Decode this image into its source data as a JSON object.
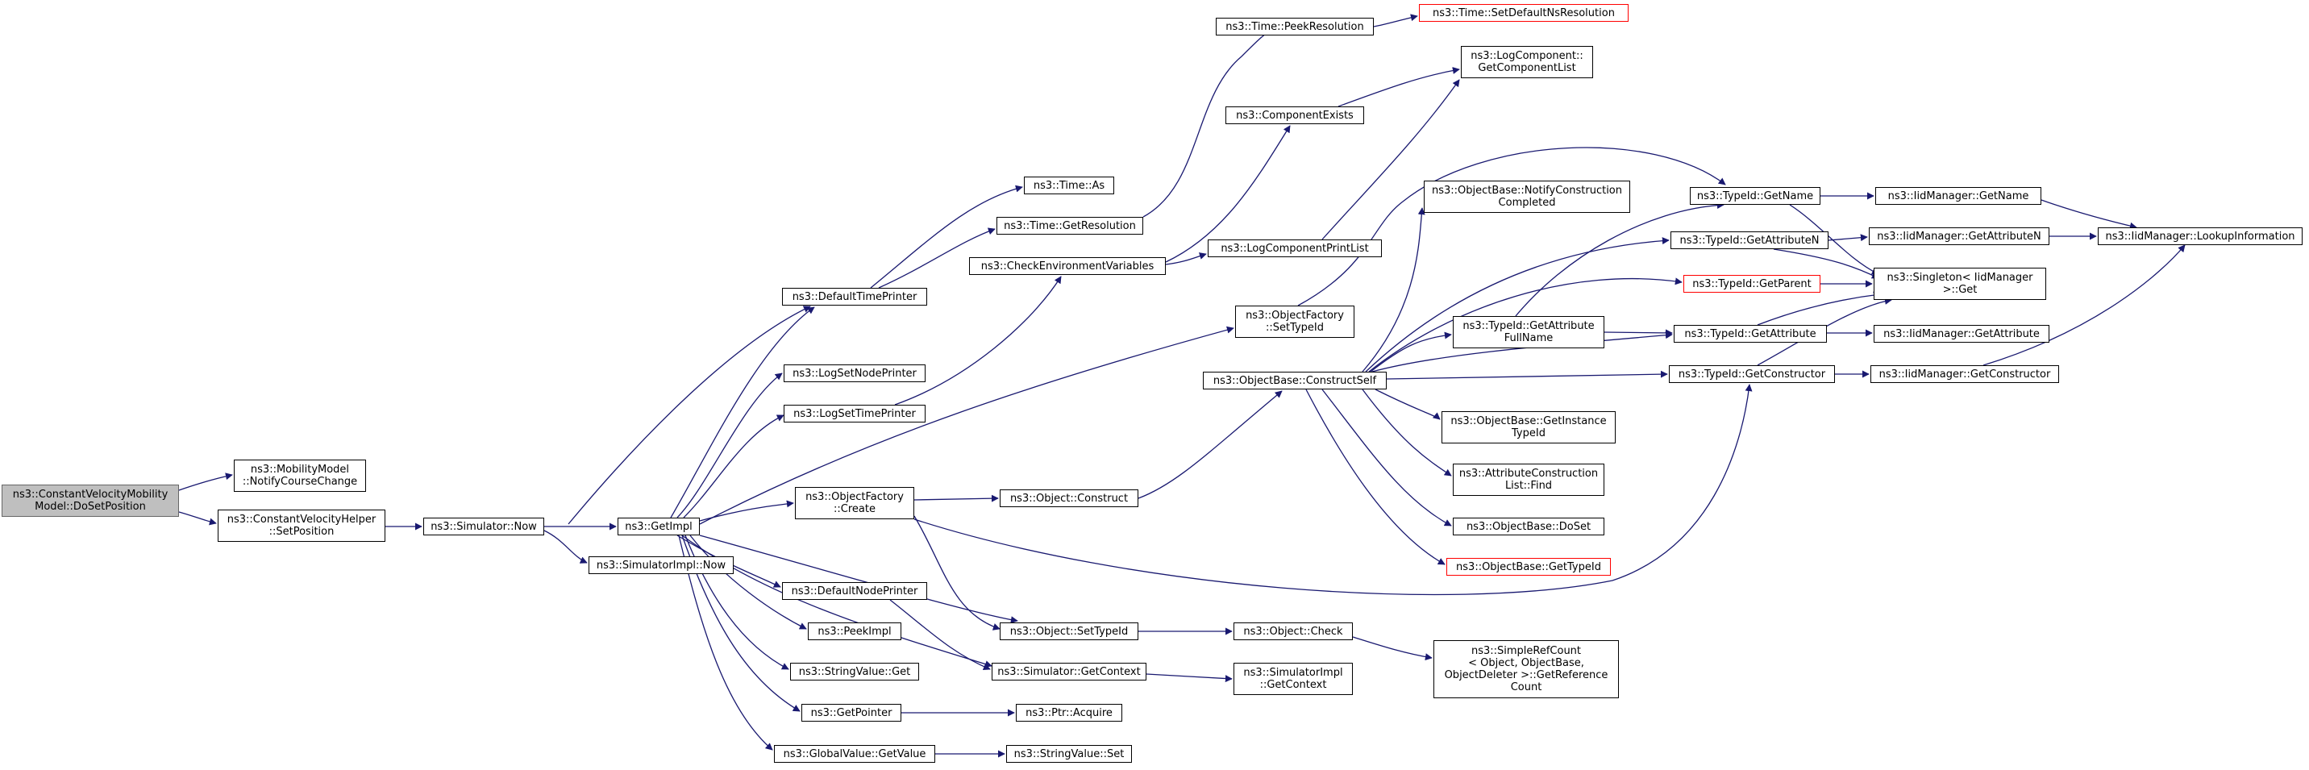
{
  "colors": {
    "edge": "#191970",
    "border": "#000000",
    "root_fill": "#bfbfbf",
    "truncated_border": "#ff0000"
  },
  "nodes": {
    "constantvelocitymobility_dosetposition": "ns3::ConstantVelocityMobility\nModel::DoSetPosition",
    "mobilitymodel_notifycoursechange": "ns3::MobilityModel\n::NotifyCourseChange",
    "constantvelocityhelper_setposition": "ns3::ConstantVelocityHelper\n::SetPosition",
    "simulator_now": "ns3::Simulator::Now",
    "getimpl": "ns3::GetImpl",
    "simulatorimpl_now": "ns3::SimulatorImpl::Now",
    "defaulttimeprinter": "ns3::DefaultTimePrinter",
    "logsetnodeprinter": "ns3::LogSetNodePrinter",
    "logsettimeprinter": "ns3::LogSetTimePrinter",
    "objectfactory_create": "ns3::ObjectFactory\n::Create",
    "defaultnodeprinter": "ns3::DefaultNodePrinter",
    "peekimpl": "ns3::PeekImpl",
    "stringvalue_get": "ns3::StringValue::Get",
    "getpointer": "ns3::GetPointer",
    "globalvalue_getvalue": "ns3::GlobalValue::GetValue",
    "time_as": "ns3::Time::As",
    "time_getresolution": "ns3::Time::GetResolution",
    "checkenvironmentvariables": "ns3::CheckEnvironmentVariables",
    "time_peekresolution": "ns3::Time::PeekResolution",
    "time_setdefaultnsresolution": "ns3::Time::SetDefaultNsResolution",
    "componentexists": "ns3::ComponentExists",
    "logcomponent_getcomponentlist": "ns3::LogComponent::\nGetComponentList",
    "logcomponentprintlist": "ns3::LogComponentPrintList",
    "objectfactory_settypeid": "ns3::ObjectFactory\n::SetTypeId",
    "objectbase_constructself": "ns3::ObjectBase::ConstructSelf",
    "object_construct": "ns3::Object::Construct",
    "object_settypeid": "ns3::Object::SetTypeId",
    "simulator_getcontext": "ns3::Simulator::GetContext",
    "ptr_acquire": "ns3::Ptr::Acquire",
    "stringvalue_set": "ns3::StringValue::Set",
    "object_check": "ns3::Object::Check",
    "simulatorimpl_getcontext": "ns3::SimulatorImpl\n::GetContext",
    "simplerefcount_getreferencecount": "ns3::SimpleRefCount\n< Object, ObjectBase,\n ObjectDeleter >::GetReference\nCount",
    "objectbase_notifyconstructioncompleted": "ns3::ObjectBase::NotifyConstruction\nCompleted",
    "typeid_getattributefullname": "ns3::TypeId::GetAttribute\nFullName",
    "objectbase_getinstancetypeid": "ns3::ObjectBase::GetInstance\nTypeId",
    "attributeconstructionlist_find": "ns3::AttributeConstruction\nList::Find",
    "objectbase_doset": "ns3::ObjectBase::DoSet",
    "objectbase_gettypeid": "ns3::ObjectBase::GetTypeId",
    "typeid_getname": "ns3::TypeId::GetName",
    "typeid_getattributen": "ns3::TypeId::GetAttributeN",
    "typeid_getparent": "ns3::TypeId::GetParent",
    "typeid_getattribute": "ns3::TypeId::GetAttribute",
    "typeid_getconstructor": "ns3::TypeId::GetConstructor",
    "iidmanager_getname": "ns3::IidManager::GetName",
    "iidmanager_getattributen": "ns3::IidManager::GetAttributeN",
    "singleton_iidmanager_get": "ns3::Singleton< IidManager\n >::Get",
    "iidmanager_getattribute": "ns3::IidManager::GetAttribute",
    "iidmanager_getconstructor": "ns3::IidManager::GetConstructor",
    "iidmanager_lookupinformation": "ns3::IidManager::LookupInformation"
  }
}
